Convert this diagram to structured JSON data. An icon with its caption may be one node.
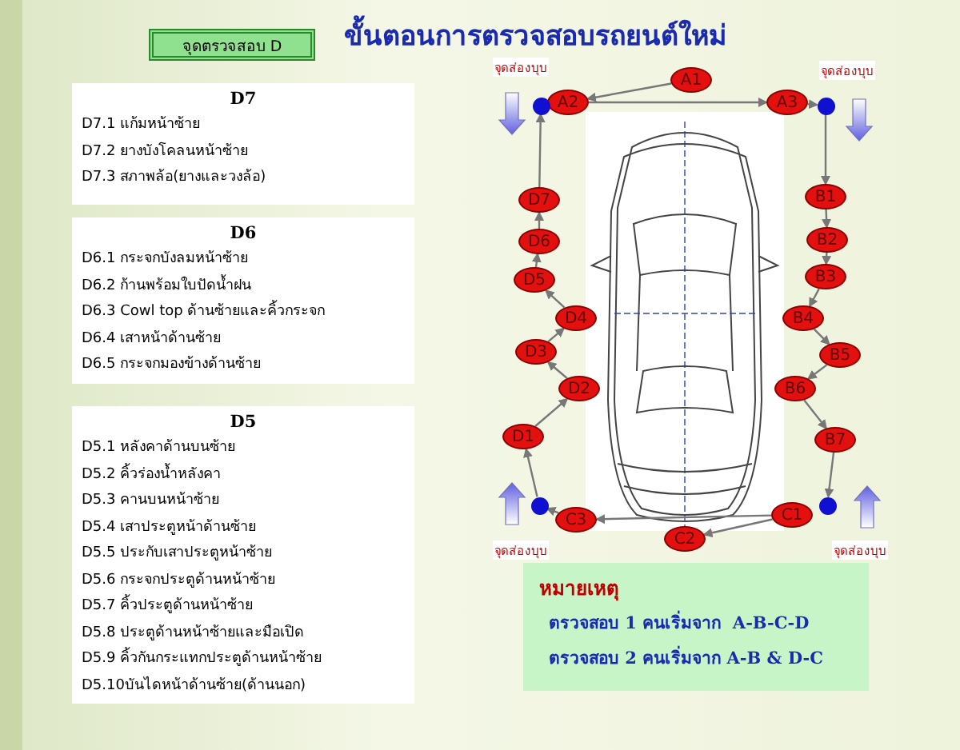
{
  "diagram": {
    "title": "ขั้นตอนการตรวจสอบรถยนต์ใหม่",
    "nodes": [
      {
        "text": [
          "จุดตรวจสอบ D"
        ]
      },
      {
        "text": [
          "D7",
          "D7.1 แก้มหน้าซ้าย",
          "D7.2 ยางบังโคลนหน้าซ้าย",
          "D7.3 สภาพล้อ(ยางและวงล้อ)"
        ]
      },
      {
        "text": [
          "D6",
          "D6.1 กระจกบังลมหน้าซ้าย",
          "D6.2 ก้านพร้อมใบปัดน้ำฝน",
          "D6.3 Cowl top ด้านซ้ายและคิ้วกระจก",
          "D6.4 เสาหน้าด้านซ้าย",
          "D6.5 กระจกมองข้างด้านซ้าย"
        ]
      },
      {
        "text": [
          "D5",
          "D5.1 หลังคาด้านบนซ้าย",
          "D5.2 คิ้วร่องน้ำหลังคา",
          "D5.3 คานบนหน้าซ้าย",
          "D5.4 เสาประตูหน้าด้านซ้าย",
          "D5.5 ประกับเสาประตูหน้าซ้าย",
          "D5.6 กระจกประตูด้านหน้าซ้าย",
          "D5.7 คิ้วประตูด้านหน้าซ้าย",
          "D5.8  ประตูด้านหน้าซ้ายและมือเปิด",
          "D5.9 คิ้วกันกระแทกประตูด้านหน้าซ้าย",
          "D5.10บันไดหน้าด้านซ้าย(ด้านนอก)"
        ]
      },
      {
        "text": [
          "A1"
        ]
      },
      {
        "text": [
          "A2"
        ]
      },
      {
        "text": [
          "A3"
        ]
      },
      {
        "text": [],
        "shape": "circle"
      },
      {
        "text": [],
        "shape": "circle"
      },
      {
        "text": [
          "D7"
        ]
      },
      {
        "text": [
          "B1"
        ]
      },
      {
        "text": [
          "D6"
        ]
      },
      {
        "text": [
          "B2"
        ]
      },
      {
        "text": [
          "D5"
        ]
      },
      {
        "text": [
          "B3"
        ]
      },
      {
        "text": [
          "D4"
        ]
      },
      {
        "text": [
          "B4"
        ]
      },
      {
        "text": [
          "D3"
        ]
      },
      {
        "text": [
          "B5"
        ]
      },
      {
        "text": [
          "D2"
        ]
      },
      {
        "text": [
          "B6"
        ]
      },
      {
        "text": [
          "D1"
        ]
      },
      {
        "text": [
          "B7"
        ]
      },
      {
        "text": [],
        "shape": "circle"
      },
      {
        "text": [],
        "shape": "circle"
      },
      {
        "text": [
          "C3"
        ]
      },
      {
        "text": [
          "C1"
        ]
      },
      {
        "text": [
          "C2"
        ]
      },
      {
        "text": [
          "หมายเหตุ",
          "ตรวจสอบ 1 คนเริ่มจาก  A-B-C-D",
          "ตรวจสอบ 2 คนเริ่มจาก A-B & D-C"
        ]
      }
    ],
    "edges": [
      {
        "from": 4,
        "to": 5,
        "arrow": "to"
      },
      {
        "from": 5,
        "to": 6,
        "arrow": "to"
      },
      {
        "from": 6,
        "to": 8,
        "arrow": "to"
      },
      {
        "from": 8,
        "to": 10,
        "arrow": "to"
      },
      {
        "from": 10,
        "to": 12,
        "arrow": "to"
      },
      {
        "from": 12,
        "to": 14,
        "arrow": "to"
      },
      {
        "from": 14,
        "to": 16,
        "arrow": "to"
      },
      {
        "from": 16,
        "to": 18,
        "arrow": "to"
      },
      {
        "from": 18,
        "to": 20,
        "arrow": "to"
      },
      {
        "from": 20,
        "to": 22,
        "arrow": "to"
      },
      {
        "from": 22,
        "to": 24,
        "arrow": "to"
      },
      {
        "from": 26,
        "to": 27,
        "arrow": "to"
      },
      {
        "from": 26,
        "to": 25,
        "arrow": "to"
      },
      {
        "from": 25,
        "to": 23,
        "arrow": "to"
      },
      {
        "from": 23,
        "to": 21,
        "arrow": "to"
      },
      {
        "from": 21,
        "to": 19,
        "arrow": "to"
      },
      {
        "from": 19,
        "to": 17,
        "arrow": "to"
      },
      {
        "from": 17,
        "to": 15,
        "arrow": "to"
      },
      {
        "from": 15,
        "to": 13,
        "arrow": "to"
      },
      {
        "from": 13,
        "to": 11,
        "arrow": "to"
      },
      {
        "from": 11,
        "to": 9,
        "arrow": "to"
      },
      {
        "from": 9,
        "to": 7,
        "arrow": "to"
      }
    ],
    "labels": [
      "จุดส่องบุบ",
      "จุดส่องบุบ",
      "จุดส่องบุบ",
      "จุดส่องบุบ"
    ]
  }
}
